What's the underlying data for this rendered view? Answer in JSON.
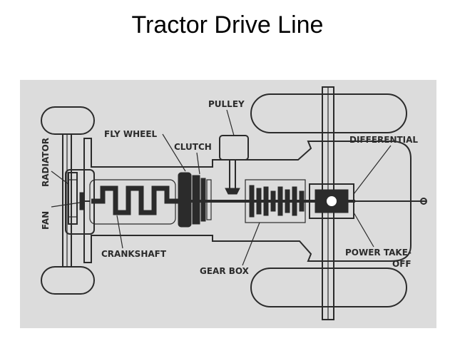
{
  "title": "Tractor Drive Line",
  "colors": {
    "background": "#dcdcdc",
    "ink": "#2b2b2b",
    "tire": "#f4f4f4"
  },
  "labels": {
    "pulley": "PULLEY",
    "fly_wheel": "FLY WHEEL",
    "clutch": "CLUTCH",
    "differential": "DIFFERENTIAL",
    "radiator": "RADIATOR",
    "fan": "FAN",
    "crankshaft": "CRANKSHAFT",
    "gear_box": "GEAR BOX",
    "power_take_off_line1": "POWER TAKE-",
    "power_take_off_line2": "OFF"
  }
}
